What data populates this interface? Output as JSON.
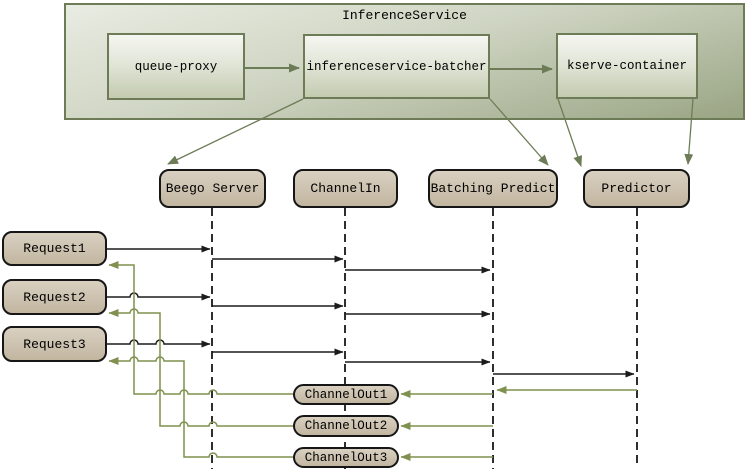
{
  "top": {
    "title": "InferenceService",
    "nodes": [
      {
        "label": "queue-proxy"
      },
      {
        "label": "inferenceservice-batcher"
      },
      {
        "label": "kserve-container"
      }
    ]
  },
  "lifelines": [
    {
      "label": "Beego Server"
    },
    {
      "label": "ChannelIn"
    },
    {
      "label": "Batching Predict"
    },
    {
      "label": "Predictor"
    }
  ],
  "requests": [
    {
      "label": "Request1"
    },
    {
      "label": "Request2"
    },
    {
      "label": "Request3"
    }
  ],
  "channel_outs": [
    {
      "label": "ChannelOut1"
    },
    {
      "label": "ChannelOut2"
    },
    {
      "label": "ChannelOut3"
    }
  ],
  "edges": [
    "queue-proxy -> inferenceservice-batcher",
    "inferenceservice-batcher -> kserve-container",
    "inferenceservice-batcher -> Beego Server",
    "inferenceservice-batcher -> Batching Predict",
    "kserve-container -> Predictor (two arrows)",
    "Request1 -> Beego Server -> ChannelIn -> Batching Predict",
    "Request2 -> Beego Server -> ChannelIn -> Batching Predict",
    "Request3 -> Beego Server -> ChannelIn -> Batching Predict",
    "Batching Predict -> Predictor (batched call)",
    "Predictor -> Batching Predict (return)",
    "Batching Predict -> ChannelOut1 / ChannelOut2 / ChannelOut3 (returns)",
    "ChannelOut1 -> Request1 (return)",
    "ChannelOut2 -> Request2 (return)",
    "ChannelOut3 -> Request3 (return)"
  ],
  "colors": {
    "flow_olive": "#6d7c57",
    "return_green": "#7f904f",
    "message_black": "#1c1c1c",
    "panel_fill_top": "#e9ece2",
    "panel_fill_bottom": "#9aa584",
    "inner_node_fill_top": "#f5f6f1",
    "inner_node_fill_bottom": "#c3cbb0",
    "tan_fill_top": "#d9d0c1",
    "tan_fill_bottom": "#c2b6a0"
  }
}
